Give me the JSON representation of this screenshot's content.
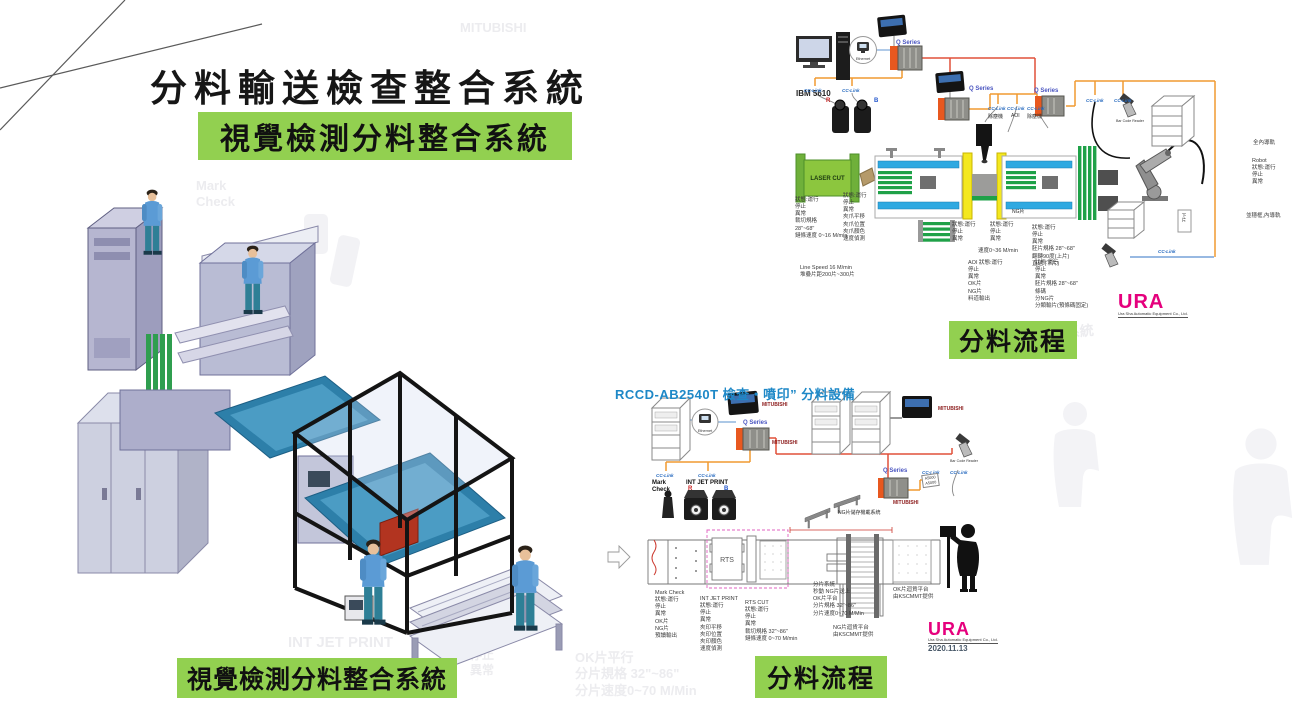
{
  "slide": {
    "title": "分料輸送檢查整合系統",
    "subtitle": "視覺檢測分料整合系統",
    "machine_caption": "視覺檢測分料整合系統"
  },
  "colors": {
    "accent_green": "#92D050",
    "ura_magenta": "#E5007D",
    "diagram_title_blue": "#1E88C7",
    "cclink_blue": "#2A6CC0",
    "wire_red": "#E0503A",
    "wire_orange": "#F09A30"
  },
  "top_diagram": {
    "caption": "分料流程",
    "ibm": "IBM 5610",
    "ethernet": "Ethernet",
    "q_series": "Q Series",
    "cclink": "CC-Link",
    "laser_cut": "LASER CUT",
    "cam_r": "R",
    "cam_b": "B",
    "dev_left": "除塵機",
    "dev_mid": "AOI",
    "dev_right": "除塵機",
    "bar_code_reader": "Bar Code Reader",
    "ng_label": "NG片",
    "down_label": "下片",
    "side1": "全內導軌",
    "side2": "Robot\n狀態:運行\n停止\n異常",
    "side3": "並穩框,內導軌",
    "ann1": "狀態:運行\n停止\n異常\n裁切規格\n28\"~68\"\n鏈條速度 0~16 M/min",
    "ann2": "狀態:運行\n停止\n異常\n夾爪平移\n夾爪位置\n夾爪顏色\n速度偵測",
    "ann3": "狀態:運行\n停止\n異常",
    "ann4": "狀態:運行\n停止\n異常",
    "ann4b": "速度0~36 M/min",
    "ann5": "狀態:運行\n停止\n異常\n胚片規格 28\"~68\"\n翻轉90度(上片)\n直送 (下片)",
    "ann6": "AOI 狀態:運行\n停止\n異常\nOK片\nNG片\n料道輸出",
    "ann7": "狀態:運行\n停止\n異常\n胚片規格 28\"~68\"\n條碼\n分NG片\n分類輸片(預條碼固定)",
    "ann8": "Line Speed 16 M/min\n堆疊片距200片~300片",
    "ura": "URA",
    "ura_sub": "Ura Sha Automatic Equipment Co., Ltd."
  },
  "bottom_diagram": {
    "caption": "分料流程",
    "title": "RCCD-AB2540T 檢查・噴印” 分料設備",
    "ethernet": "Ethernet",
    "q_series": "Q Series",
    "mitubishi": "MITUBISHI",
    "cclink": "CC-Link",
    "mark_check": "Mark\nCheck",
    "int_jet": "INT JET PRINT",
    "r": "R",
    "b": "B",
    "a5000": "A5000\nA5000",
    "bar_code_reader": "Bar Code Reader",
    "rts": "RTS",
    "ng_storage": "NG片儲存機載系統",
    "ann1": "Mark Check\n狀態:運行\n停止\n異常\nOK片\nNG片\n預讀輸出",
    "ann2": "INT JET PRINT\n狀態:運行\n停止\n異常\n夾印平移\n夾印位置\n夾印顏色\n速度偵測",
    "ann3": "RTS CUT\n狀態:運行\n停止\n異常\n裁切規格 32\"~86\"\n鏈條速度 0~70 M/min",
    "ann4": "分片系統\n秒動 NG片送上\nOK片平台\n分片規格 32\"~86\"\n分片速度0~70 M/Min",
    "ann5": "NG片迴貨平台\n由KSCMMT提供",
    "ann6": "OK片迴貨平台\n由KSCMMT提供",
    "ura": "URA",
    "ura_sub": "Ura Sha Automatic Equipment Co., Ltd.",
    "date": "2020.11.13"
  },
  "watermarks": [
    {
      "text": "MITUBISHI"
    },
    {
      "text": "Mark\nCheck"
    },
    {
      "text": "INT JET PRINT"
    },
    {
      "text": "NG片儲存機載系統"
    },
    {
      "text": "OK片平行\n分片規格 32\"~86\"\n分片速度0~70 M/Min"
    },
    {
      "text": "停止\n異常"
    }
  ]
}
